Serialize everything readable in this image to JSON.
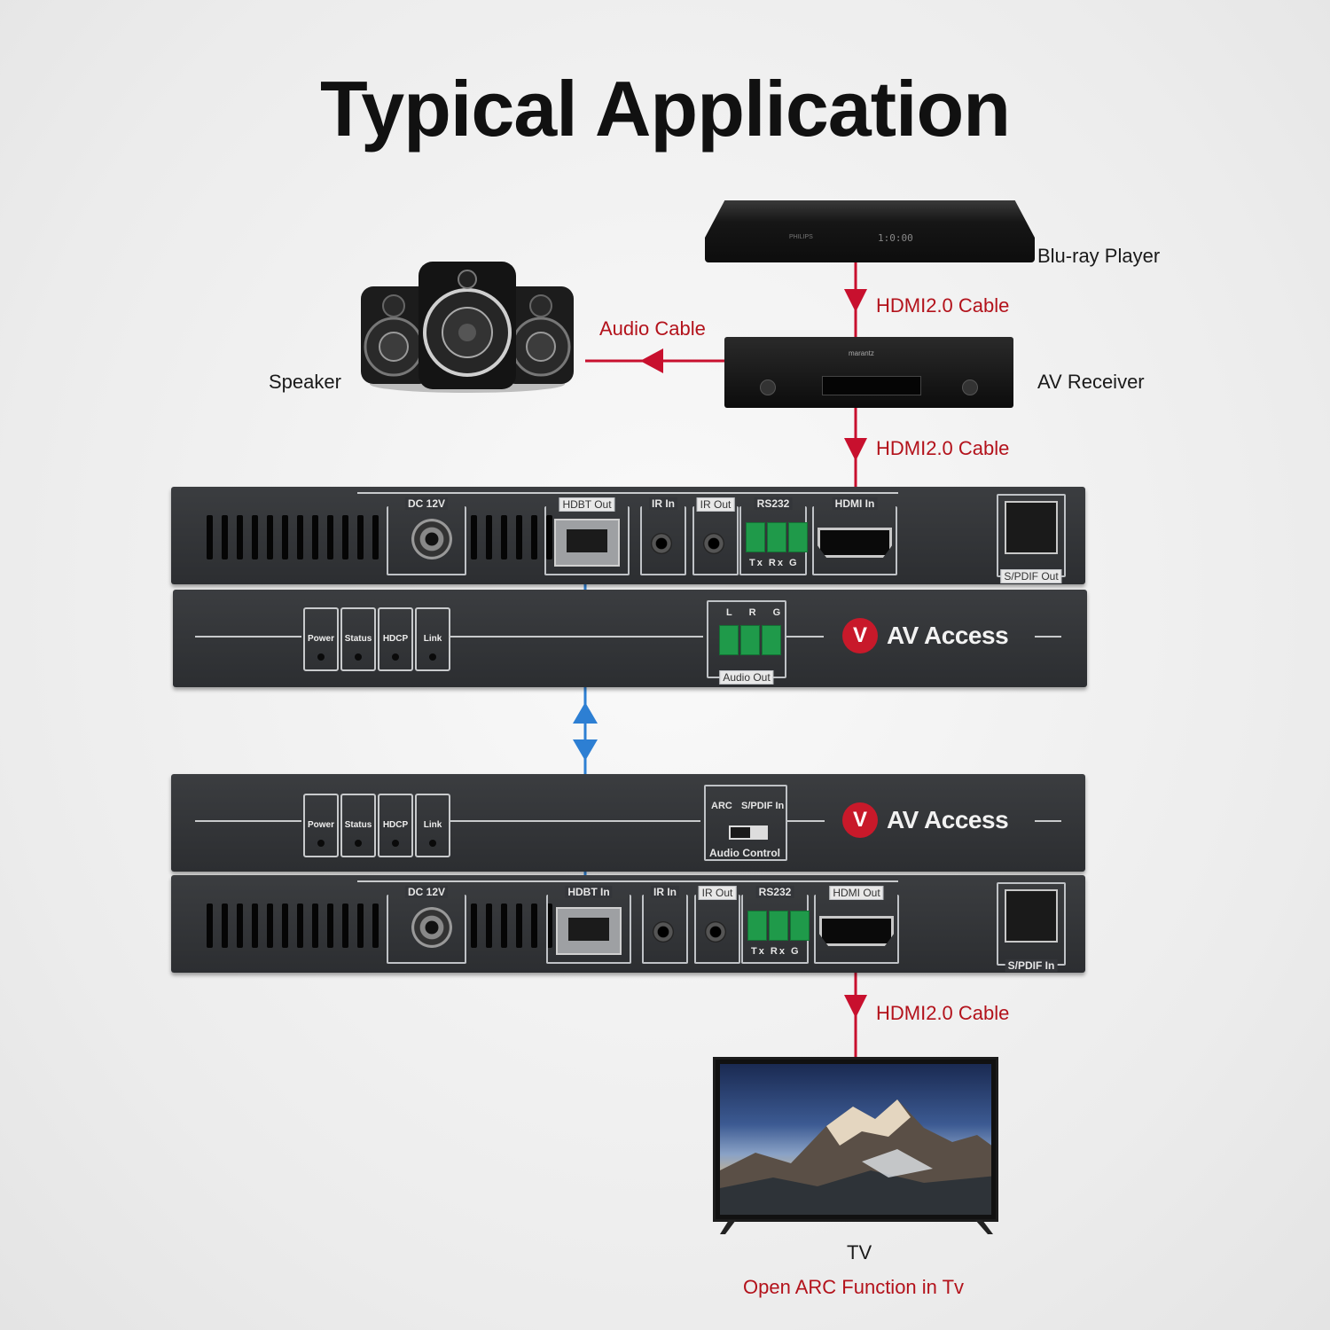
{
  "title": "Typical Application",
  "devices": {
    "bluray": "Blu-ray Player",
    "bluray_display": "1:0:00",
    "bluray_brand": "PHILIPS",
    "receiver": "AV Receiver",
    "receiver_brand": "marantz",
    "speaker": "Speaker",
    "tv": "TV",
    "tv_note": "Open ARC Function in Tv"
  },
  "cables": {
    "hdmi_1": "HDMI2.0 Cable",
    "hdmi_2": "HDMI2.0 Cable",
    "hdmi_3": "HDMI2.0 Cable",
    "audio": "Audio Cable"
  },
  "transmitter_rear": {
    "dc": "DC 12V",
    "hdbt": "HDBT Out",
    "ir_in": "IR In",
    "ir_out": "IR Out",
    "rs232": "RS232",
    "rs232_pins": "Tx Rx G",
    "hdmi": "HDMI In",
    "spdif": "S/PDIF Out"
  },
  "transmitter_front": {
    "leds": [
      "Power",
      "Status",
      "HDCP",
      "Link"
    ],
    "audio_pins": "L R G",
    "audio_out": "Audio Out",
    "brand": "AV Access"
  },
  "receiver_front": {
    "leds": [
      "Power",
      "Status",
      "HDCP",
      "Link"
    ],
    "arc": "ARC",
    "spdif_in": "S/PDIF In",
    "audio_control": "Audio Control",
    "brand": "AV Access"
  },
  "receiver_rear": {
    "dc": "DC 12V",
    "hdbt": "HDBT In",
    "ir_in": "IR In",
    "ir_out": "IR Out",
    "rs232": "RS232",
    "rs232_pins": "Tx Rx G",
    "hdmi": "HDMI Out",
    "spdif": "S/PDIF In"
  },
  "colors": {
    "red_line": "#c8102e",
    "blue_line": "#2d7fd3",
    "brand_red": "#c8192a",
    "panel": "#323438"
  }
}
